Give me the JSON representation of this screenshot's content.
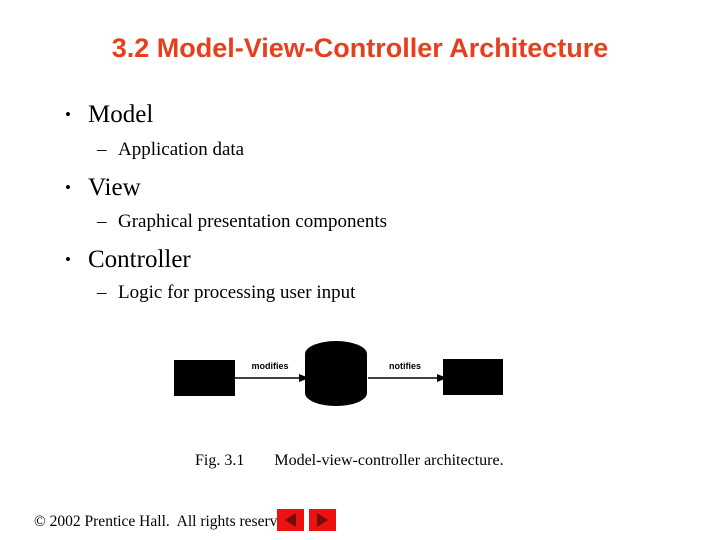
{
  "slide": {
    "title": "3.2 Model-View-Controller Architecture",
    "title_color": "#e5401e",
    "bullet_glyph": "•",
    "dash_glyph": "–",
    "bullets": [
      {
        "label": "Model",
        "sub": "Application data"
      },
      {
        "label": "View",
        "sub": "Graphical presentation components"
      },
      {
        "label": "Controller",
        "sub": "Logic for processing user input"
      }
    ]
  },
  "diagram": {
    "left_box": "controller-box",
    "center_shape": "model-cylinder",
    "right_box": "view-box",
    "arrow1_label": "modifies",
    "arrow2_label": "notifies",
    "shape_color": "#000000"
  },
  "caption": {
    "fig_label": "Fig. 3.1",
    "text": "Model-view-controller architecture."
  },
  "footer": {
    "copyright": "© 2002 Prentice Hall.  All rights reserved.",
    "nav_button_color": "#ee1111",
    "nav_arrow_color": "#700d0d"
  }
}
